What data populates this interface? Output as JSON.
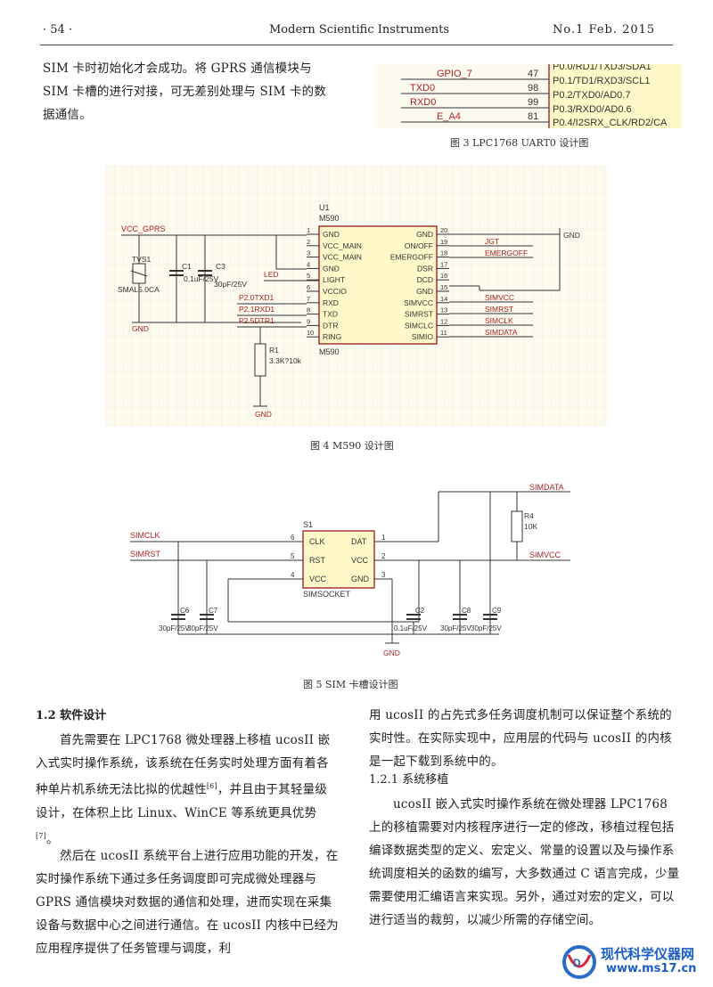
{
  "header": {
    "page_no": "· 54 ·",
    "journal": "Modern Scientific Instruments",
    "issue": "No.1  Feb.  2015"
  },
  "intro": {
    "lines": [
      "SIM 卡时初始化才会成功。将 GPRS 通信模块与",
      "SIM 卡槽的进行对接，可无差别处理与 SIM 卡的数",
      "据通信。"
    ]
  },
  "fig3": {
    "caption": "图 3   LPC1768  UART0 设计图",
    "rows": [
      {
        "net": "GPIO_7",
        "pin": "47",
        "func": "P0.0/RD1/TXD3/SDA1"
      },
      {
        "net": "TXD0",
        "pin": "98",
        "func": "P0.1/TD1/RXD3/SCL1"
      },
      {
        "net": "RXD0",
        "pin": "99",
        "func": "P0.2/TXD0/AD0.7"
      },
      {
        "net": "E_A4",
        "pin": "81",
        "func": "P0.3/RXD0/AD0.6"
      },
      {
        "net": "",
        "pin": "",
        "func": "P0.4/I2SRX_CLK/RD2/CA"
      }
    ]
  },
  "fig4": {
    "caption": "图 4    M590 设计图",
    "designator": "U1",
    "part": "M590",
    "part_bottom": "M590",
    "left_pins": [
      {
        "num": "1",
        "name": "GND"
      },
      {
        "num": "2",
        "name": "VCC_MAIN"
      },
      {
        "num": "3",
        "name": "VCC_MAIN"
      },
      {
        "num": "4",
        "name": "GND"
      },
      {
        "num": "5",
        "name": "LIGHT"
      },
      {
        "num": "6",
        "name": "VCCIO"
      },
      {
        "num": "7",
        "name": "RXD"
      },
      {
        "num": "8",
        "name": "TXD"
      },
      {
        "num": "9",
        "name": "DTR"
      },
      {
        "num": "10",
        "name": "RING"
      }
    ],
    "right_pins": [
      {
        "num": "20",
        "name": "GND"
      },
      {
        "num": "19",
        "name": "ON/OFF"
      },
      {
        "num": "18",
        "name": "EMERGOFF"
      },
      {
        "num": "17",
        "name": "DSR"
      },
      {
        "num": "16",
        "name": "DCD"
      },
      {
        "num": "15",
        "name": "GND"
      },
      {
        "num": "14",
        "name": "SIMVCC"
      },
      {
        "num": "13",
        "name": "SIMRST"
      },
      {
        "num": "12",
        "name": "SIMCLC"
      },
      {
        "num": "11",
        "name": "SIMIO"
      }
    ],
    "right_nets": [
      "JGT",
      "EMERGOFF",
      "SIMVCC",
      "SIMRST",
      "SIMCLK",
      "SIMDATA"
    ],
    "left_nets": [
      "LED",
      "P2.0TXD1",
      "P2.1RXD1",
      "P2.5DTR1"
    ],
    "vcc_label": "VCC_GPRS",
    "tvs": "TVS1",
    "tvs_part": "SMAL5.0CA",
    "c1": "C1",
    "c3": "C3",
    "c_values": "0.1uF/25V",
    "c3_value": "30pF/25V",
    "gnd": "GND",
    "r1": "R1",
    "r1_value": "3.3K?10k"
  },
  "fig5": {
    "caption": "图 5    SIM 卡槽设计图",
    "designator": "S1",
    "part": "SIMSOCKET",
    "pins_left": [
      {
        "num": "6",
        "name": "CLK",
        "net": "SIMCLK"
      },
      {
        "num": "5",
        "name": "RST",
        "net": "SIMRST"
      },
      {
        "num": "4",
        "name": "VCC",
        "net": ""
      }
    ],
    "pins_right": [
      {
        "num": "1",
        "name": "DAT",
        "net": "SIMDATA"
      },
      {
        "num": "2",
        "name": "VCC",
        "net": "SIMVCC"
      },
      {
        "num": "3",
        "name": "GND",
        "net": ""
      }
    ],
    "r4": "R4",
    "r4_value": "10K",
    "caps": [
      {
        "ref": "C6",
        "value": "30pF/25V"
      },
      {
        "ref": "C7",
        "value": "30pF/25V"
      },
      {
        "ref": "C2",
        "value": "0.1uF/25V"
      },
      {
        "ref": "C8",
        "value": "30pF/25V"
      },
      {
        "ref": "C9",
        "value": "30pF/25V"
      }
    ],
    "gnd": "GND"
  },
  "left_col": {
    "section": "1.2    软件设计",
    "p1": "首先需要在 LPC1768 微处理器上移植 ucosII 嵌入式实时操作系统，该系统在任务实时处理方面有着各种单片机系统无法比拟的优越性",
    "p1_ref": "[6]",
    "p1_tail": "，并且由于其轻量级设计，在体积上比 Linux、WinCE 等系统更具优势",
    "p1_ref2": "[7]",
    "p1_end": "。",
    "p2": "然后在 ucosII 系统平台上进行应用功能的开发，在实时操作系统下通过多任务调度即可完成微处理器与 GPRS 通信模块对数据的通信和处理，进而实现在采集设备与数据中心之间进行通信。在 ucosII 内核中已经为应用程序提供了任务管理与调度，利"
  },
  "right_col": {
    "p1": "用 ucosII 的占先式多任务调度机制可以保证整个系统的实时性。在实际实现中，应用层的代码与 ucosII 的内核是一起下载到系统中的。",
    "subsection": "1.2.1    系统移植",
    "p2": "ucosII 嵌入式实时操作系统在微处理器 LPC1768 上的移植需要对内核程序进行一定的修改，移植过程包括编译数据类型的定义、宏定义、常量的设置以及与操作系统调度相关的函数的编写，大多数通过 C 语言完成，少量需要使用汇编语言来实现。另外，通过对宏的定义，可以进行适当的裁剪，以减少所需的存储空间。"
  },
  "watermark": {
    "name": "现代科学仪器网",
    "url": "www.ms17.cn"
  }
}
